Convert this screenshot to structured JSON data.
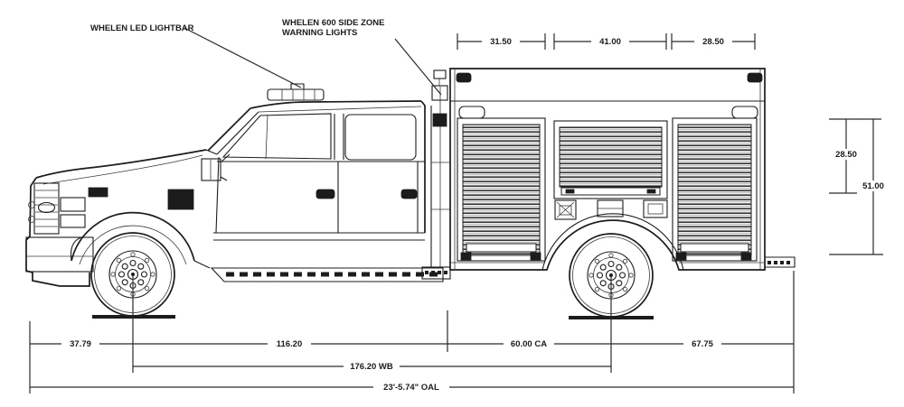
{
  "page": {
    "background_color": "#ffffff",
    "line_color": "#1c1c1c",
    "description": "Side elevation technical drawing of crew-cab fire rescue truck with dimensions"
  },
  "callouts": {
    "lightbar": "WHELEN LED LIGHTBAR",
    "sidezone_line1": "WHELEN 600 SIDE ZONE",
    "sidezone_line2": "WARNING LIGHTS"
  },
  "dimensions": {
    "body_top": {
      "d1": "31.50",
      "d2": "41.00",
      "d3": "28.50"
    },
    "body_right": {
      "door_opening_height": "28.50",
      "body_height": "51.00"
    },
    "bottom": {
      "front_overhang": "37.79",
      "front_axle_to_cab": "116.20",
      "cab_to_axle": "60.00 CA",
      "rear_overhang": "67.75",
      "wheelbase": "176.20 WB",
      "overall_length": "23'-5.74\" OAL"
    }
  }
}
